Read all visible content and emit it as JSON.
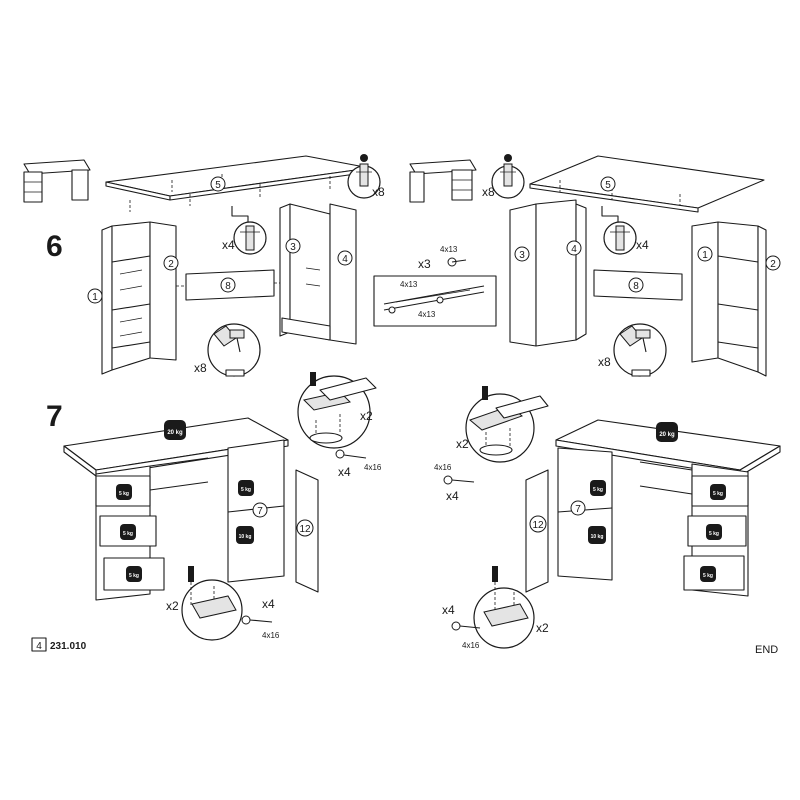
{
  "steps": {
    "six": "6",
    "seven": "7"
  },
  "parts": {
    "p1": "1",
    "p2": "2",
    "p3": "3",
    "p4": "4",
    "p5": "5",
    "p7": "7",
    "p8": "8",
    "p12": "12"
  },
  "quantities": {
    "x8": "x8",
    "x4": "x4",
    "x3": "x3",
    "x2": "x2"
  },
  "screw_sizes": {
    "s4x13": "4x13",
    "s4x16": "4x16"
  },
  "weights": {
    "top": "20 kg",
    "drawer": "5 kg",
    "shelf": "10 kg"
  },
  "footer": {
    "page_number": "4",
    "product_code": "231.010",
    "end_label": "END"
  }
}
